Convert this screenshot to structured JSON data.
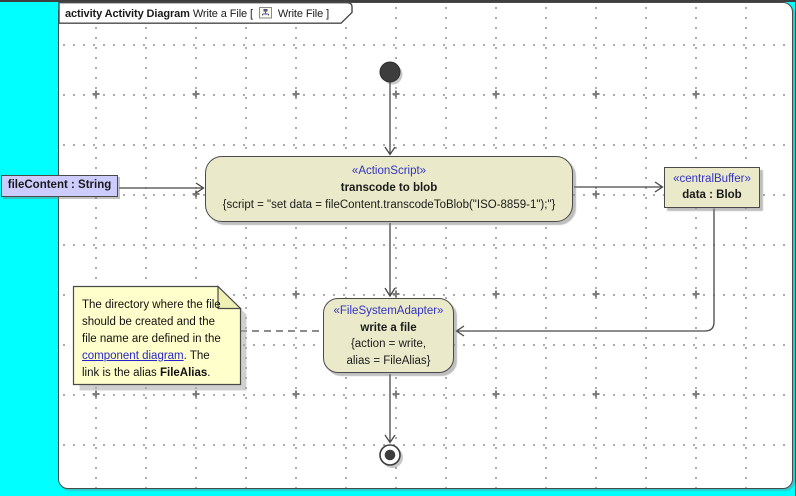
{
  "colors": {
    "canvas_background": "#00ffff",
    "diagram_background": "#ffffff",
    "node_fill": "#eaeacb",
    "note_fill": "#ffffcc",
    "object_node_fill": "#ccccff",
    "stereotype_text": "#3333bf",
    "link_text": "#2626cc",
    "line_color": "#474747"
  },
  "frame_title": {
    "keyword": "activity Activity Diagram",
    "diagram_name": "Write a File [",
    "icon": "activity-diagram-icon",
    "reference": "Write File ]"
  },
  "action_node": {
    "stereotype": "«ActionScript»",
    "name": "transcode to blob",
    "body": "{script = \"set data = fileContent.transcodeToBlob(\"ISO-8859-1\");\"}"
  },
  "central_buffer_node": {
    "stereotype": "«centralBuffer»",
    "name": "data : Blob"
  },
  "write_node": {
    "stereotype": "«FileSystemAdapter»",
    "name": "write a file",
    "body_line1": "{action = write,",
    "body_line2": "alias = FileAlias}"
  },
  "object_node": {
    "label": "fileContent : String"
  },
  "note": {
    "line1": "The directory where the file",
    "line2": "should be created and the",
    "line3": "file name are defined in the",
    "line4_link": "component diagram",
    "line4_rest": ". The",
    "line5_pre": "link is the alias ",
    "line5_bold": "FileAlias",
    "line5_end": "."
  }
}
